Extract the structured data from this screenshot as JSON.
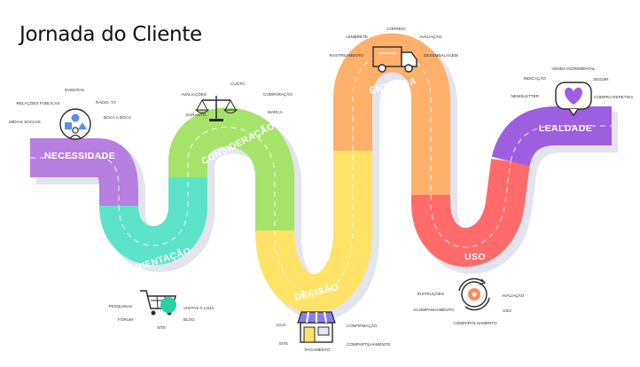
{
  "title": "Jornada do Cliente",
  "colors": {
    "necessidade": "#b77fe0",
    "orientacao": "#5ce3c8",
    "consideracao": "#a6e36b",
    "decisao": "#ffe266",
    "entrega": "#ffb06b",
    "uso": "#ff6b6b",
    "lealdade": "#9e5ee0",
    "shadow": "#e3e4ee"
  },
  "stages": [
    {
      "key": "necessidade",
      "label": "NECESSIDADE",
      "icon": "social-media-icon",
      "items": [
        "EVENTOS",
        "RELAÇÕES PÚBLICAS",
        "RADIO, TV",
        "MÍDIAS SOCIAIS",
        "BOCA A BOCA"
      ]
    },
    {
      "key": "orientacao",
      "label": "ORIENTAÇÃO",
      "icon": "shopping-cart-icon",
      "items": [
        "PESQUISAS",
        "FÓRUM",
        "SITE",
        "VISITAS À LOJA",
        "BLOG"
      ]
    },
    {
      "key": "consideracao",
      "label": "CONSIDERAÇÃO",
      "icon": "balance-scale-icon",
      "items": [
        "CUSTO",
        "AVALIAÇÕES",
        "COMPARAÇÃO",
        "GARANTIA",
        "MARCA"
      ]
    },
    {
      "key": "decisao",
      "label": "DECISÃO",
      "icon": "store-icon",
      "items": [
        "LOJA",
        "CONFIRMAÇÃO",
        "SITE",
        "COMPARTILHAMENTO",
        "PAGAMENTO"
      ]
    },
    {
      "key": "entrega",
      "label": "ENTREGA",
      "icon": "delivery-truck-icon",
      "items": [
        "CORREIO",
        "LEMBRETE",
        "AVALIAÇÃO",
        "RASTREAMENTO",
        "DESEMBALAGEM"
      ]
    },
    {
      "key": "uso",
      "label": "USO",
      "icon": "refresh-gear-icon",
      "items": [
        "INSTRUÇÕES",
        "AVALIAÇÃO",
        "ACOMPANHAMENTO",
        "USO",
        "COMPARTILHAMENTO"
      ]
    },
    {
      "key": "lealdade",
      "label": "LEALDADE",
      "icon": "heart-badge-icon",
      "items": [
        "VENDA INCREMENTAL",
        "INDICAÇÃO",
        "SEGUIR",
        "NEWSLETTER",
        "COMPRA REPETIDA"
      ]
    }
  ]
}
